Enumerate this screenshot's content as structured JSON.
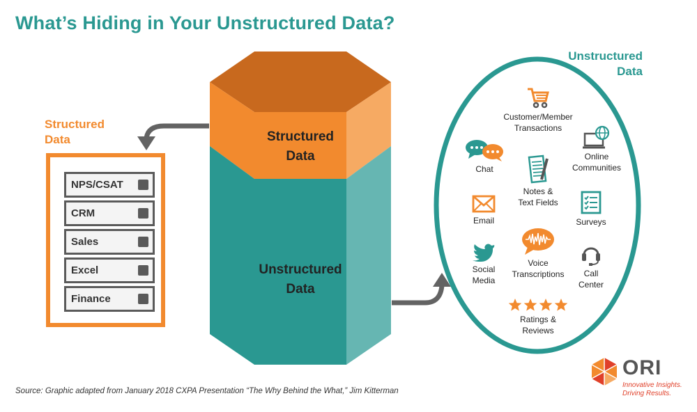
{
  "title": "What’s Hiding in Your Unstructured Data?",
  "structured_heading": {
    "line1": "Structured",
    "line2": "Data"
  },
  "unstructured_heading": {
    "line1": "Unstructured",
    "line2": "Data"
  },
  "databases": [
    "NPS/CSAT",
    "CRM",
    "Sales",
    "Excel",
    "Finance"
  ],
  "hexagon": {
    "top_line1": "Structured",
    "top_line2": "Data",
    "bottom_line1": "Unstructured",
    "bottom_line2": "Data"
  },
  "sources": {
    "transactions": {
      "line1": "Customer/Member",
      "line2": "Transactions",
      "icon": "shopping-cart-icon"
    },
    "chat": {
      "line1": "Chat",
      "icon": "chat-bubbles-icon"
    },
    "online": {
      "line1": "Online",
      "line2": "Communities",
      "icon": "globe-computer-icon"
    },
    "notes": {
      "line1": "Notes &",
      "line2": "Text Fields",
      "icon": "notepad-icon"
    },
    "email": {
      "line1": "Email",
      "icon": "envelope-icon"
    },
    "surveys": {
      "line1": "Surveys",
      "icon": "checklist-icon"
    },
    "social": {
      "line1": "Social",
      "line2": "Media",
      "icon": "twitter-bird-icon"
    },
    "voice": {
      "line1": "Voice",
      "line2": "Transcriptions",
      "icon": "voice-bubble-icon"
    },
    "call": {
      "line1": "Call",
      "line2": "Center",
      "icon": "headset-icon"
    },
    "ratings": {
      "line1": "Ratings &",
      "line2": "Reviews",
      "icon": "stars-icon"
    }
  },
  "source_note": "Source: Graphic adapted from January 2018 CXPA Presentation “The Why Behind the What,” Jim Kitterman",
  "logo": {
    "word": "ORI",
    "tag1": "Innovative Insights.",
    "tag2": "Driving Results."
  },
  "colors": {
    "teal": "#2a9891",
    "orange": "#f28a2e",
    "dark_orange": "#c8691e",
    "gray": "#636363"
  }
}
